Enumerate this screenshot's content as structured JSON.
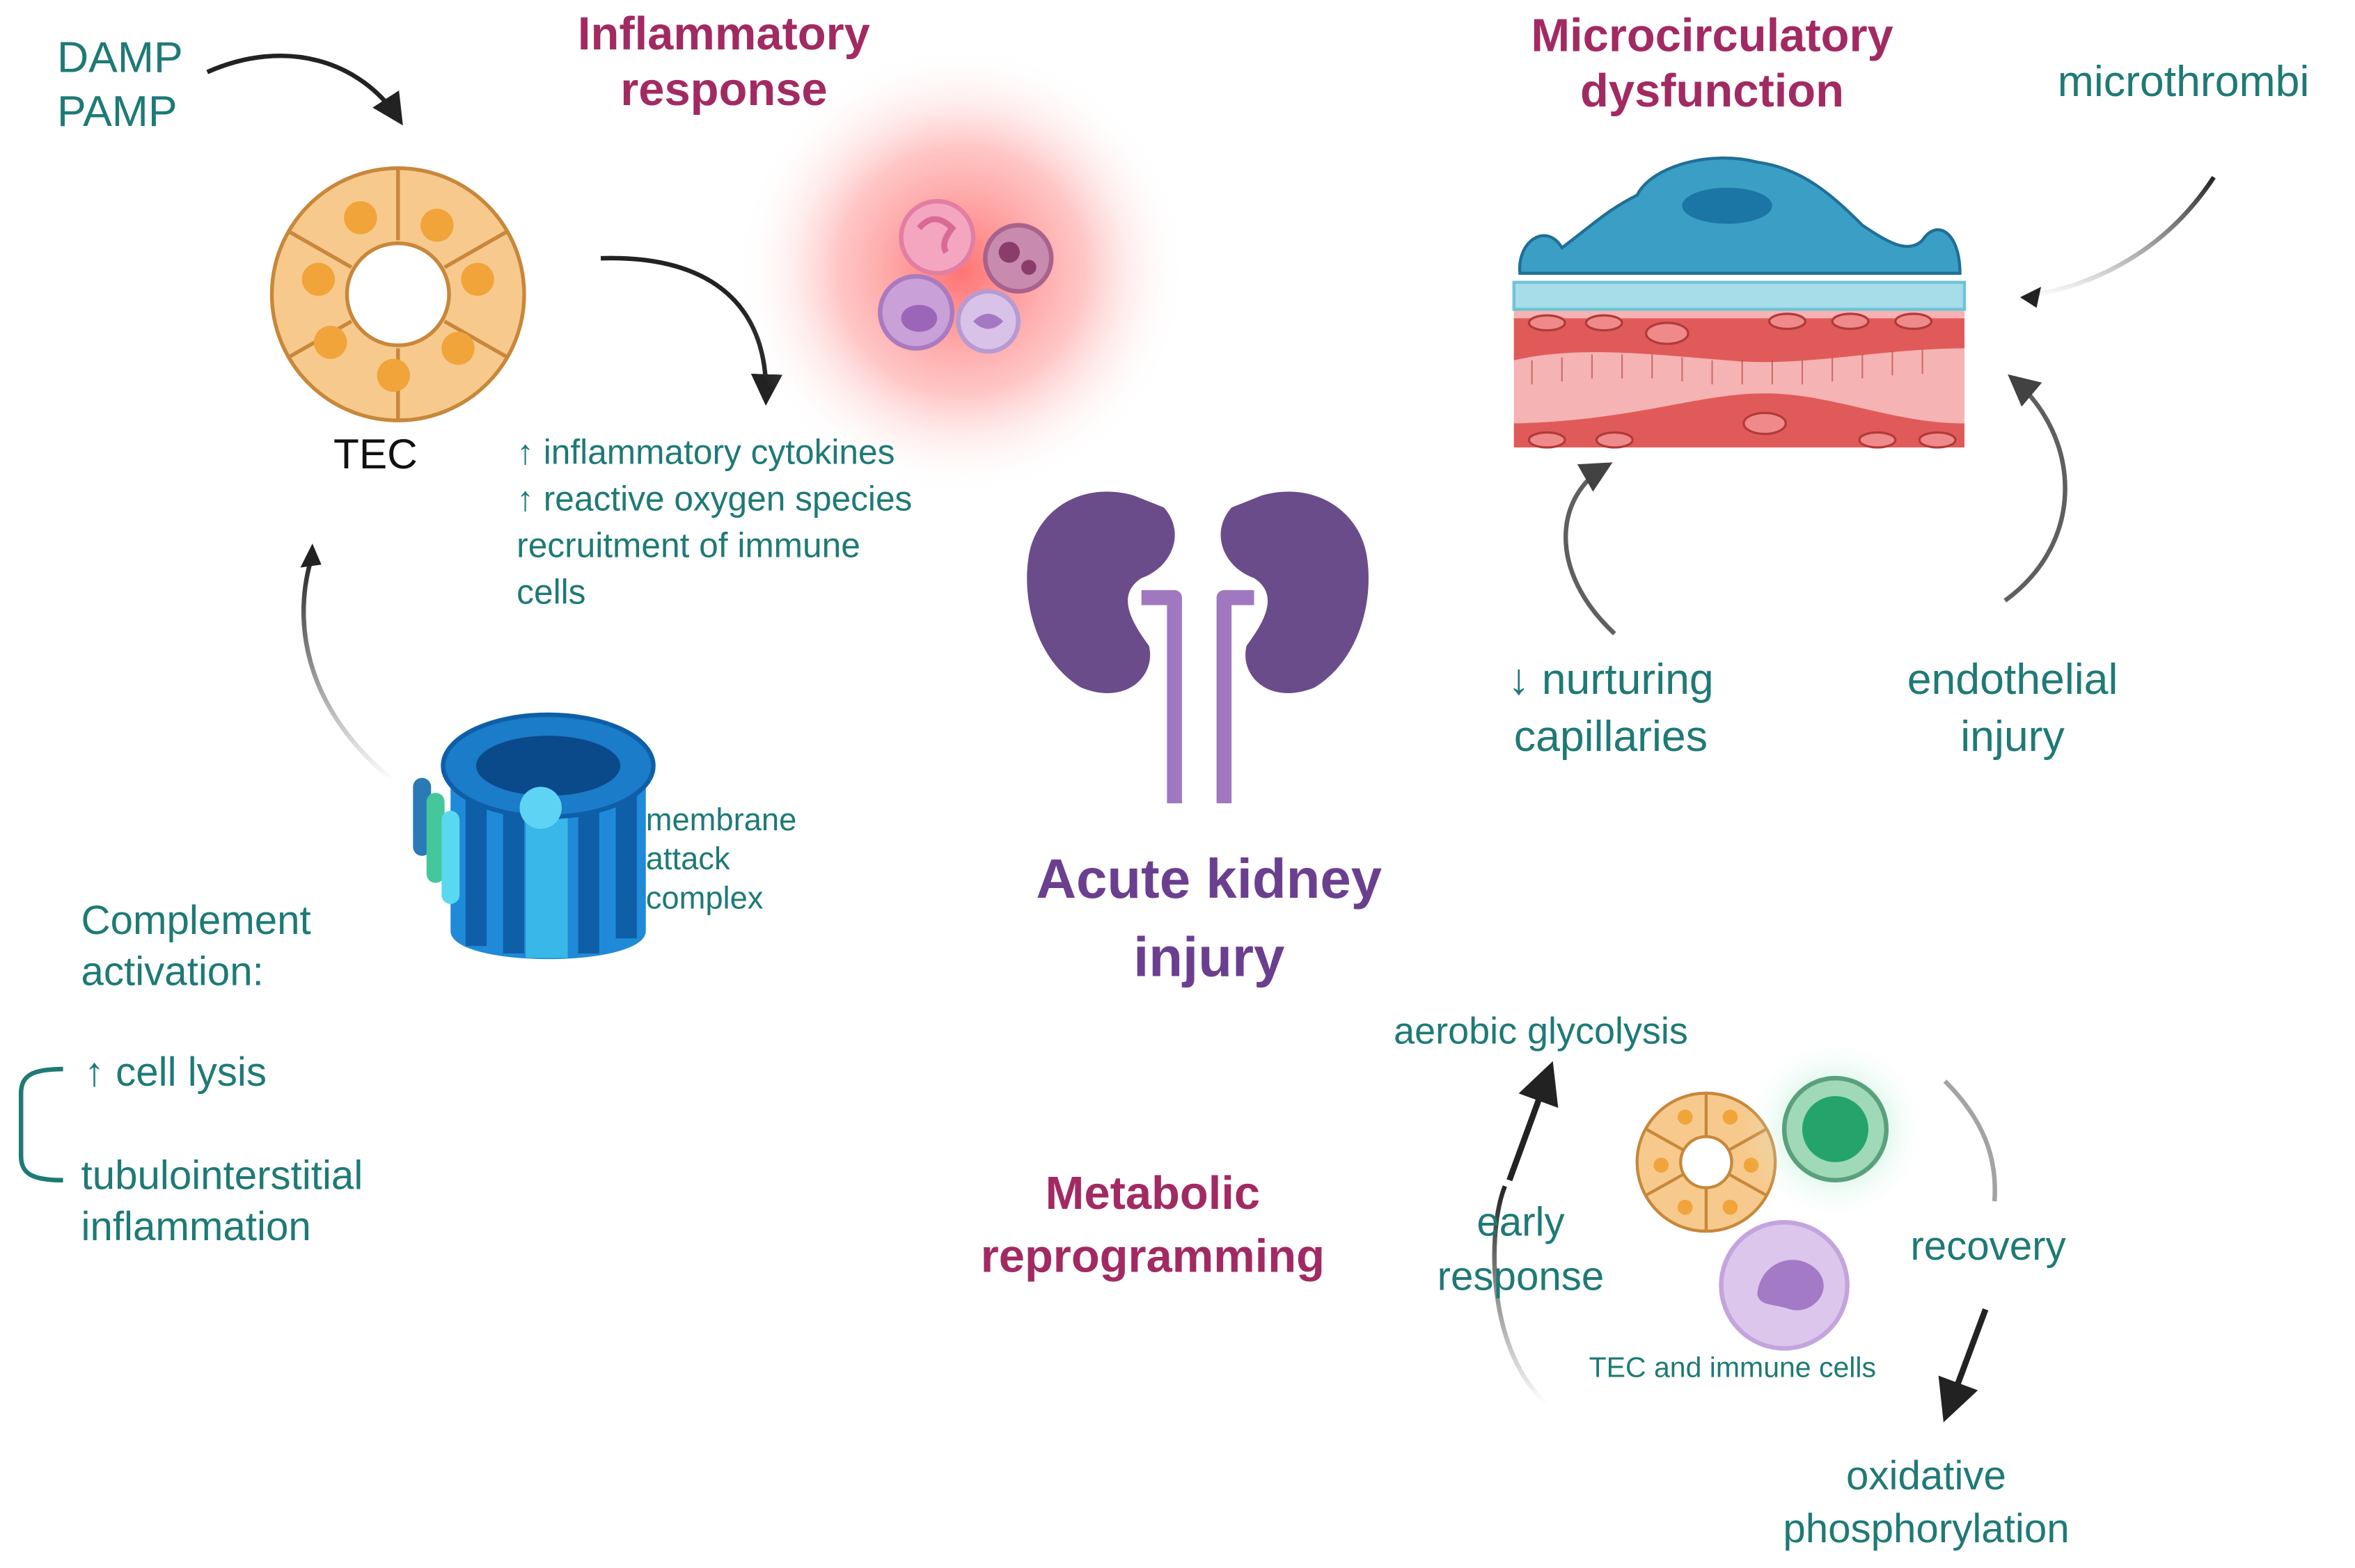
{
  "title": {
    "line1": "Acute kidney",
    "line2": "injury"
  },
  "colors": {
    "heading": "#a22a62",
    "teal_text": "#1e7a75",
    "title": "#6b3f8f",
    "kidney": "#6b4c8a",
    "tec": "#f7c98c",
    "endothelium": "#e05a5a",
    "platelet": "#3b9ec4"
  },
  "inflammatory": {
    "heading_line1": "Inflammatory",
    "heading_line2": "response",
    "damp": "DAMP",
    "pamp": "PAMP",
    "tec_label": "TEC",
    "effects": [
      "↑ inflammatory cytokines",
      "↑ reactive oxygen species",
      "recruitment of immune",
      "cells"
    ]
  },
  "microcirculatory": {
    "heading_line1": "Microcirculatory",
    "heading_line2": "dysfunction",
    "microthrombi": "microthrombi",
    "nurturing_line1": "↓ nurturing",
    "nurturing_line2": "capillaries",
    "endothelial_line1": "endothelial",
    "endothelial_line2": "injury"
  },
  "complement": {
    "mac_line1": "membrane",
    "mac_line2": "attack",
    "mac_line3": "complex",
    "heading_line1": "Complement",
    "heading_line2": "activation:",
    "lysis": "↑ cell lysis",
    "inflammation_line1": "tubulointerstitial",
    "inflammation_line2": "inflammation"
  },
  "metabolic": {
    "heading_line1": "Metabolic",
    "heading_line2": "reprogramming",
    "aerobic": "aerobic glycolysis",
    "early_line1": "early",
    "early_line2": "response",
    "recovery": "recovery",
    "cells_label": "TEC and immune cells",
    "oxphos_line1": "oxidative",
    "oxphos_line2": "phosphorylation"
  }
}
